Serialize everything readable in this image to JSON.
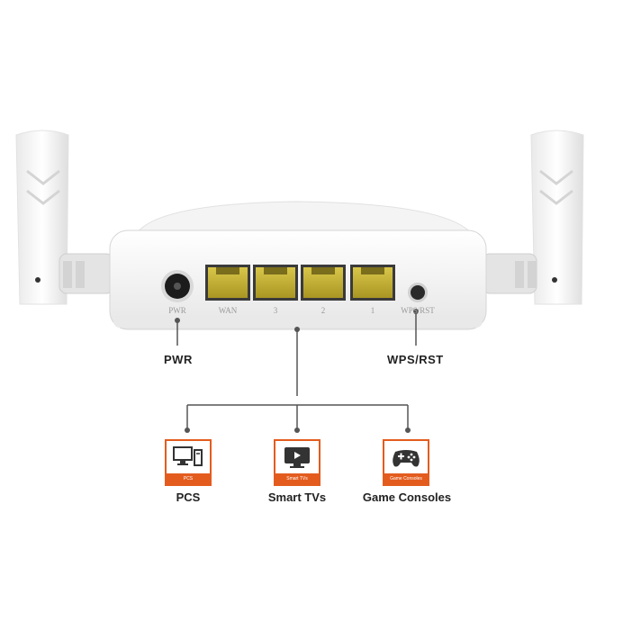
{
  "router": {
    "ports": {
      "pwr": "PWR",
      "wan": "WAN",
      "lan3": "3",
      "lan2": "2",
      "lan1": "1",
      "wps": "WPS/RST"
    },
    "callouts": {
      "pwr": "PWR",
      "wps": "WPS/RST"
    }
  },
  "devices": [
    {
      "icon": "pc-icon",
      "caption": "PCS",
      "label": "PCS"
    },
    {
      "icon": "tv-icon",
      "caption": "Smart TVs",
      "label": "Smart TVs"
    },
    {
      "icon": "gamepad-icon",
      "caption": "Game Consoles",
      "label": "Game Consoles"
    }
  ],
  "colors": {
    "accent": "#e35c1e",
    "port": "#c9b53a",
    "line": "#555555"
  }
}
